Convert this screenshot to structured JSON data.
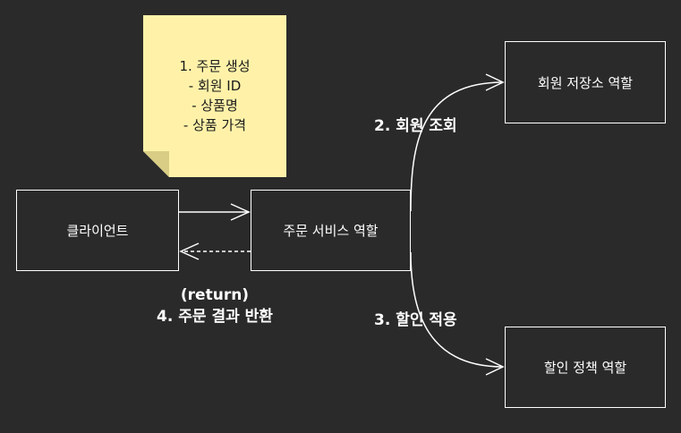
{
  "note": {
    "lines": [
      "1. 주문 생성",
      "- 회원 ID",
      "- 상품명",
      "- 상품 가격"
    ]
  },
  "boxes": {
    "client": "클라이언트",
    "order_service": "주문 서비스 역할",
    "member_repository": "회원 저장소 역할",
    "discount_policy": "할인 정책 역할"
  },
  "labels": {
    "member_lookup": "2. 회원 조회",
    "apply_discount": "3. 할인 적용",
    "return_tag": "(return)",
    "return_result": "4. 주문 결과 반환"
  },
  "colors": {
    "background": "#2a2a2a",
    "foreground": "#ffffff",
    "note_fill": "#fff2a8",
    "note_fold": "#d9cd86"
  }
}
